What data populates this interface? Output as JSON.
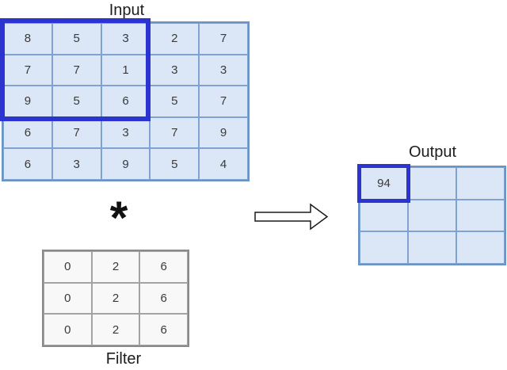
{
  "figure": {
    "title_semantics": "2D convolution example",
    "input": {
      "label": "Input",
      "values": [
        [
          8,
          5,
          3,
          2,
          7
        ],
        [
          7,
          7,
          1,
          3,
          3
        ],
        [
          9,
          5,
          6,
          5,
          7
        ],
        [
          6,
          7,
          3,
          7,
          9
        ],
        [
          6,
          3,
          9,
          5,
          4
        ]
      ],
      "highlighted_region": "top-left 3x3 window"
    },
    "operator_symbol": "*",
    "filter": {
      "label": "Filter",
      "values": [
        [
          0,
          2,
          6
        ],
        [
          0,
          2,
          6
        ],
        [
          0,
          2,
          6
        ]
      ]
    },
    "output": {
      "label": "Output",
      "values": [
        [
          "94",
          "",
          ""
        ],
        [
          "",
          "",
          ""
        ],
        [
          "",
          "",
          ""
        ]
      ],
      "highlighted_cell": "row 1, column 1",
      "highlighted_value": "94"
    }
  },
  "colors": {
    "highlight_blue": "#2b33d1",
    "blue_cell_fill": "#dbe6f6",
    "blue_cell_border": "#7ea2d2",
    "blue_grid_border": "#6b93c4",
    "filter_cell_fill": "#f8f8f8",
    "filter_cell_border": "#a3a3a3",
    "filter_grid_border": "#8a8a8a",
    "text": "#3a3a3a",
    "arrow_stroke": "#1a1a1a",
    "arrow_fill": "#ffffff"
  }
}
